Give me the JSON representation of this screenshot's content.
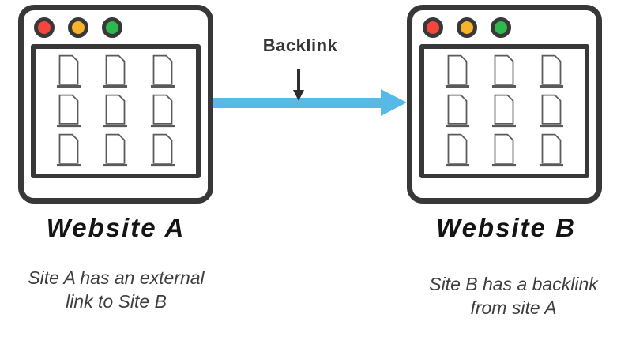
{
  "diagram": {
    "backlink_label": "Backlink",
    "website_a": {
      "title": "Website A",
      "caption_line1": "Site A has an external",
      "caption_line2": "link to Site B"
    },
    "website_b": {
      "title": "Website B",
      "caption_line1": "Site B has a backlink",
      "caption_line2": "from site A"
    },
    "colors": {
      "outline": "#383838",
      "doc_stroke": "#5a5a5a",
      "arrow_blue": "#57b9e8",
      "light_red": "#f4463c",
      "light_yellow": "#f7b32a",
      "light_green": "#2eb94e"
    }
  }
}
